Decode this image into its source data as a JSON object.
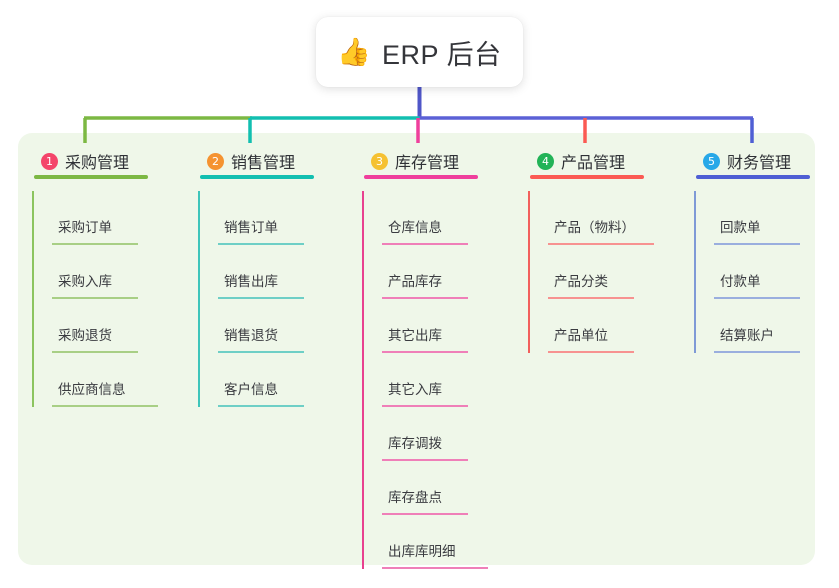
{
  "root": {
    "icon": "thumbs-up-icon",
    "emoji": "👍",
    "title": "ERP 后台"
  },
  "palette": {
    "board_bg": "#eff7e9",
    "page_bg": "#ffffff",
    "root_stem": "#4f56c8",
    "bus_left_green": "#7cb843",
    "bus_teal": "#12bfb0",
    "bus_right_indigo": "#5b61d6"
  },
  "columns": [
    {
      "index": "1",
      "badge_color": "#f4456a",
      "line_color": "#7cb843",
      "leaf_line_color": "#a8cf85",
      "spine_color": "#8cc45f",
      "drop_color": "#7cb843",
      "title": "采购管理",
      "items": [
        "采购订单",
        "采购入库",
        "采购退货",
        "供应商信息"
      ]
    },
    {
      "index": "2",
      "badge_color": "#f59331",
      "line_color": "#12bfb0",
      "leaf_line_color": "#6ecfc6",
      "spine_color": "#3ec5ba",
      "drop_color": "#12bfb0",
      "title": "销售管理",
      "items": [
        "销售订单",
        "销售出库",
        "销售退货",
        "客户信息"
      ]
    },
    {
      "index": "3",
      "badge_color": "#f5c132",
      "line_color": "#ef3f9c",
      "leaf_line_color": "#ef7fb8",
      "spine_color": "#e8418f",
      "drop_color": "#ef3f9c",
      "title": "库存管理",
      "items": [
        "仓库信息",
        "产品库存",
        "其它出库",
        "其它入库",
        "库存调拨",
        "库存盘点",
        "出库库明细"
      ]
    },
    {
      "index": "4",
      "badge_color": "#22b357",
      "line_color": "#fb5a53",
      "leaf_line_color": "#f79290",
      "spine_color": "#f2605c",
      "drop_color": "#fb5a53",
      "title": "产品管理",
      "items": [
        "产品（物料）",
        "产品分类",
        "产品单位"
      ]
    },
    {
      "index": "5",
      "badge_color": "#27a8e8",
      "line_color": "#4f5fd4",
      "leaf_line_color": "#9aaede",
      "spine_color": "#7f9ad6",
      "drop_color": "#4f5fd4",
      "title": "财务管理",
      "items": [
        "回款单",
        "付款单",
        "结算账户"
      ]
    }
  ]
}
